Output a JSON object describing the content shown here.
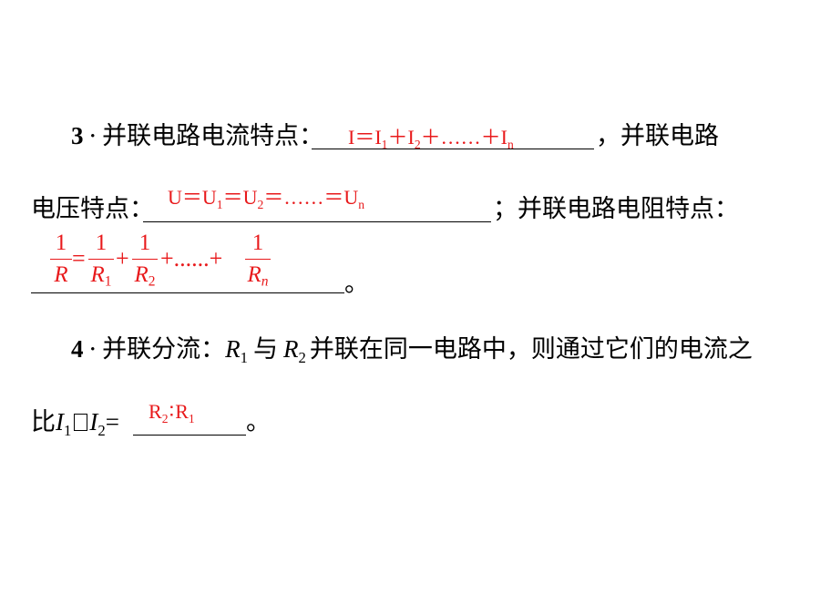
{
  "item3": {
    "number": "3",
    "dot": "·",
    "line1_label": "并联电路电流特点：",
    "line1_tail": "，并联电路",
    "line2_label": "电压特点：",
    "line2_tail": "；并联电路电阻特点：",
    "line3_tail": "。",
    "current_answer": {
      "I": "I",
      "eq": "＝",
      "I1": "I",
      "s1": "1",
      "plus1": "＋",
      "I2": "I",
      "s2": "2",
      "dots": "＋……＋",
      "In": "I",
      "sn": "n"
    },
    "voltage_answer": {
      "U": "U",
      "eq": "＝",
      "U1": "U",
      "s1": "1",
      "eq2": "＝",
      "U2": "U",
      "s2": "2",
      "dots": "＝……＝",
      "Un": "U",
      "sn": "n"
    },
    "resistance_answer": {
      "one": "1",
      "R": "R",
      "eq": "=",
      "R1": "R",
      "s1": "1",
      "plus": "+",
      "R2": "R",
      "s2": "2",
      "dots": "+......+",
      "Rn": "R",
      "sn": "n"
    }
  },
  "item4": {
    "number": "4",
    "dot": "·",
    "label": "并联分流：",
    "R1": "R",
    "s1": "1",
    "mid1": "与",
    "R2": "R",
    "s2": "2",
    "mid2": "并联在同一电路中，则通过它们的电流之",
    "line2_start": "比",
    "I1": "I",
    "is1": "1",
    "sep": "",
    "I2": "I",
    "is2": "2",
    "eq": "=",
    "line2_tail": "。",
    "ratio_answer": {
      "R2": "R",
      "s2": "2",
      "colon": "∶",
      "R1": "R",
      "s1": "1"
    }
  },
  "colors": {
    "answer": "#e8191b",
    "text": "#000000",
    "background": "#ffffff"
  }
}
